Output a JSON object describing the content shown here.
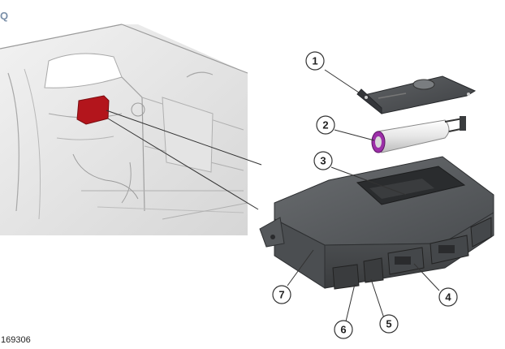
{
  "figure": {
    "reference_code": "169306",
    "corner_mark": "Q",
    "highlight_color": "#b3151c",
    "callouts": [
      {
        "num": "1"
      },
      {
        "num": "2"
      },
      {
        "num": "3"
      },
      {
        "num": "4"
      },
      {
        "num": "5"
      },
      {
        "num": "6"
      },
      {
        "num": "7"
      }
    ]
  }
}
